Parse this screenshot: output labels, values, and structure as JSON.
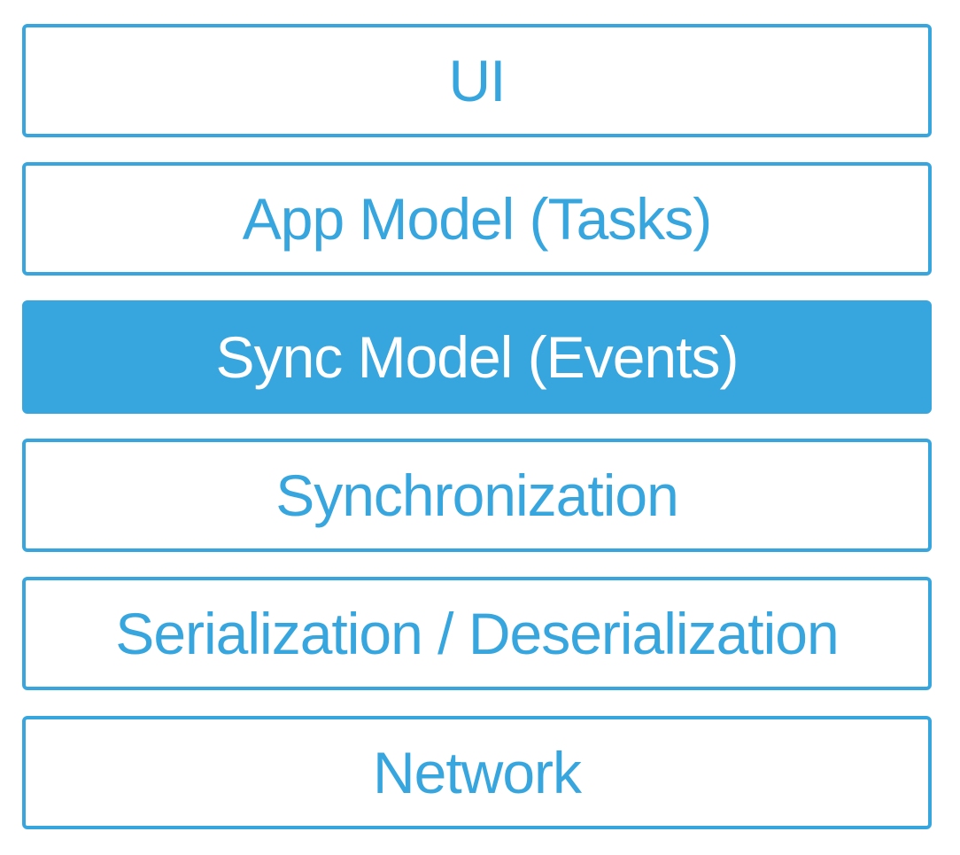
{
  "diagram": {
    "accent_color": "#37a6de",
    "highlight_text_color": "#ffffff",
    "layers": [
      {
        "label": "UI",
        "highlighted": false
      },
      {
        "label": "App Model (Tasks)",
        "highlighted": false
      },
      {
        "label": "Sync Model (Events)",
        "highlighted": true
      },
      {
        "label": "Synchronization",
        "highlighted": false
      },
      {
        "label": "Serialization / Deserialization",
        "highlighted": false
      },
      {
        "label": "Network",
        "highlighted": false
      }
    ]
  }
}
